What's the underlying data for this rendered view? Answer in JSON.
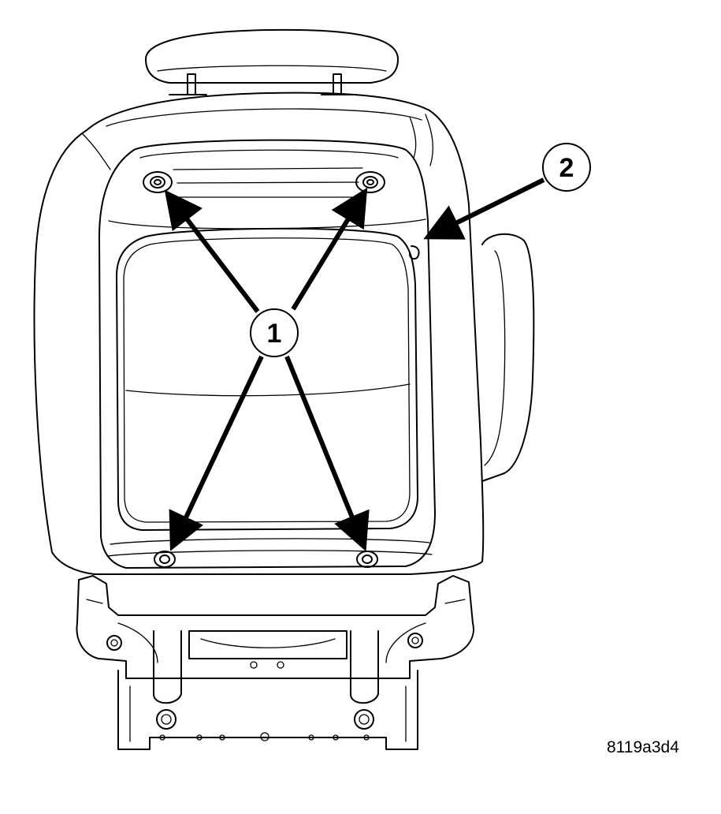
{
  "callouts": [
    {
      "id": "callout-1",
      "label": "1"
    },
    {
      "id": "callout-2",
      "label": "2"
    }
  ],
  "figure_id": "8119a3d4",
  "colors": {
    "line": "#000000",
    "background": "#ffffff"
  }
}
